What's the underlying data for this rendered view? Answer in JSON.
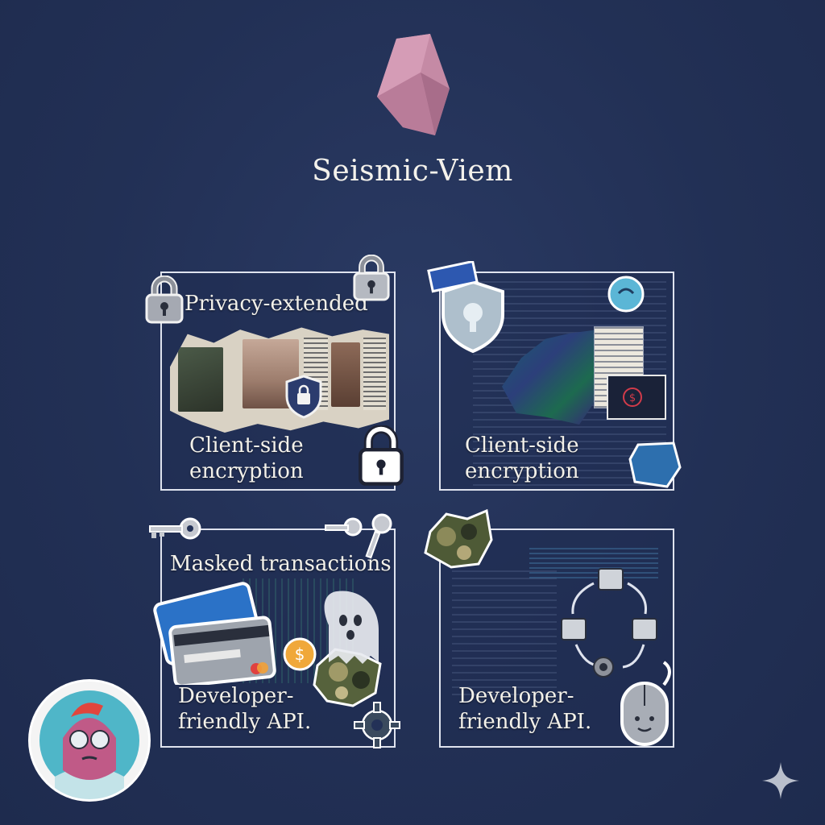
{
  "title": "Seismic-Viem",
  "colors": {
    "background": "#233157",
    "gem": "#c58aa5",
    "panel_border": "#dfe3ee",
    "text": "#f3f1ea"
  },
  "panels": [
    {
      "name": "top-left",
      "lines": [
        "Privacy-extended",
        "Client-side",
        "encryption"
      ]
    },
    {
      "name": "top-right",
      "lines": [
        "Client-side",
        "encryption"
      ]
    },
    {
      "name": "bottom-left",
      "lines": [
        "Masked transactions",
        "Developer-",
        "friendly API."
      ]
    },
    {
      "name": "bottom-right",
      "lines": [
        "Developer-",
        "friendly API."
      ]
    }
  ],
  "icons": [
    "gem-icon",
    "padlock-icon",
    "shield-icon",
    "key-icon",
    "credit-card-icon",
    "ghost-icon",
    "coin-icon",
    "camo-patch-icon",
    "gear-icon",
    "cube-network-icon",
    "mouse-icon",
    "chat-bubble-icon",
    "sparkle-icon",
    "avatar"
  ]
}
